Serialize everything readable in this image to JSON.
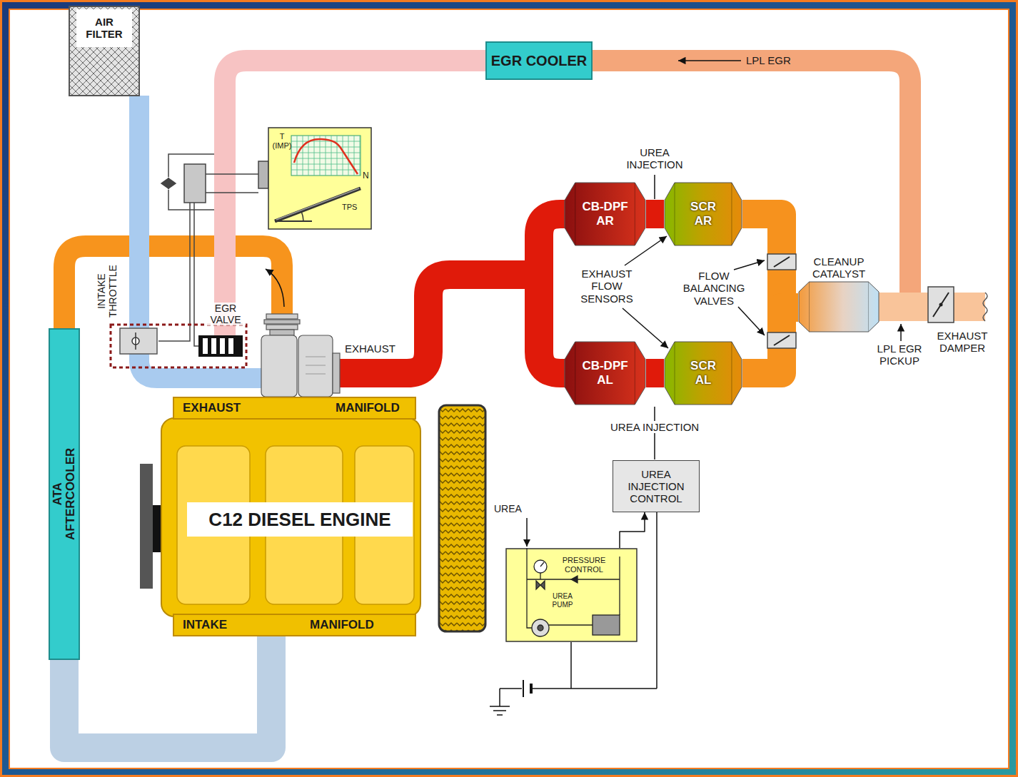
{
  "diagram": {
    "nodes": [
      {
        "text": [
          "AIR FILTER"
        ]
      },
      {
        "text": [
          "EGR COOLER"
        ]
      },
      {
        "text": [
          "T (IMP)",
          "N",
          "TPS"
        ]
      },
      {
        "text": [
          "CB-DPF AR"
        ]
      },
      {
        "text": [
          "SCR AR"
        ]
      },
      {
        "text": [
          "CLEANUP CATALYST"
        ]
      },
      {
        "text": [
          "CB-DPF AL"
        ]
      },
      {
        "text": [
          "SCR AL"
        ]
      },
      {
        "text": [
          "EXHAUST",
          "MANIFOLD"
        ]
      },
      {
        "text": [
          "ATA AFTERCOOLER"
        ]
      },
      {
        "text": [
          "C12 DIESEL ENGINE"
        ]
      },
      {
        "text": [
          "INTAKE",
          "MANIFOLD"
        ]
      },
      {
        "text": [
          "UREA INJECTION CONTROL"
        ]
      },
      {
        "text": [
          "PRESSURE CONTROL",
          "UREA PUMP"
        ]
      }
    ],
    "edges": [
      {
        "from": 3,
        "to": 4,
        "arrow": "none"
      },
      {
        "from": 4,
        "to": 5,
        "arrow": "none"
      },
      {
        "from": 6,
        "to": 7,
        "arrow": "none"
      },
      {
        "from": 7,
        "to": 5,
        "arrow": "none"
      },
      {
        "from": 9,
        "to": 11,
        "arrow": "none"
      },
      {
        "from": 13,
        "to": 12,
        "arrow": "to"
      }
    ],
    "labels": [
      "UREA INJECTION",
      "LPL EGR",
      "EXHAUST FLOW SENSORS",
      "FLOW BALANCING VALVES",
      "LPL EGR PICKUP",
      "EXHAUST DAMPER",
      "INTAKE THROTTLE",
      "EGR VALVE",
      "EXHAUST",
      "UREA INJECTION",
      "UREA"
    ]
  }
}
